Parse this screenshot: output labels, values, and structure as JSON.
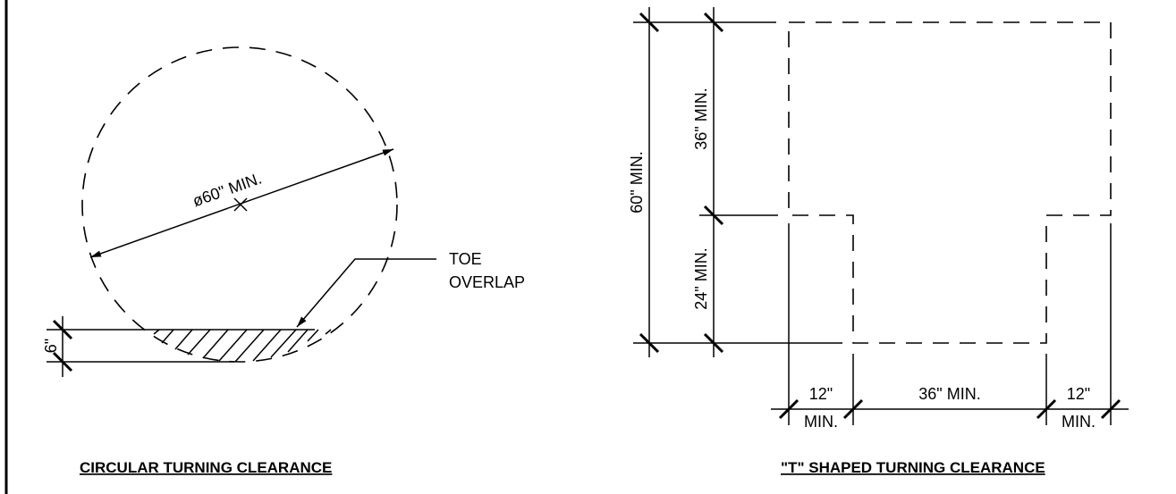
{
  "circular": {
    "diameter_label": "ø60\" MIN.",
    "toe_label_line1": "TOE",
    "toe_label_line2": "OVERLAP",
    "depth_label": "6\"",
    "title": "CIRCULAR TURNING CLEARANCE"
  },
  "t_shape": {
    "overall_label": "60\" MIN.",
    "upper_label": "36\" MIN.",
    "lower_label": "24\" MIN.",
    "left_width_top": "12\"",
    "left_width_bottom": "MIN.",
    "center_width": "36\" MIN.",
    "right_width_top": "12\"",
    "right_width_bottom": "MIN.",
    "title": "\"T\" SHAPED TURNING CLEARANCE"
  }
}
